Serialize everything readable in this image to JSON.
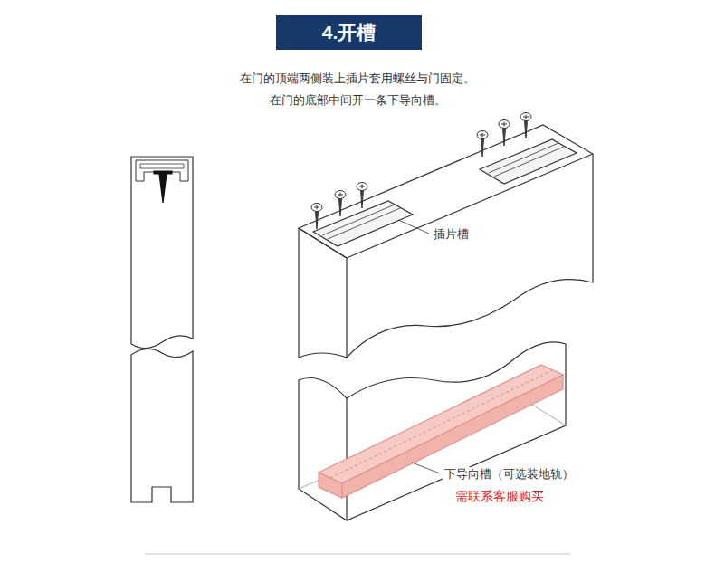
{
  "diagram": {
    "title": "4.开槽",
    "labels": [
      "在门的顶端两侧装上插片套用螺丝与门固定。",
      "在门的底部中间开一条下导向槽。",
      "插片槽",
      "下导向槽（可选装地轨）",
      "需联系客服购买"
    ]
  }
}
